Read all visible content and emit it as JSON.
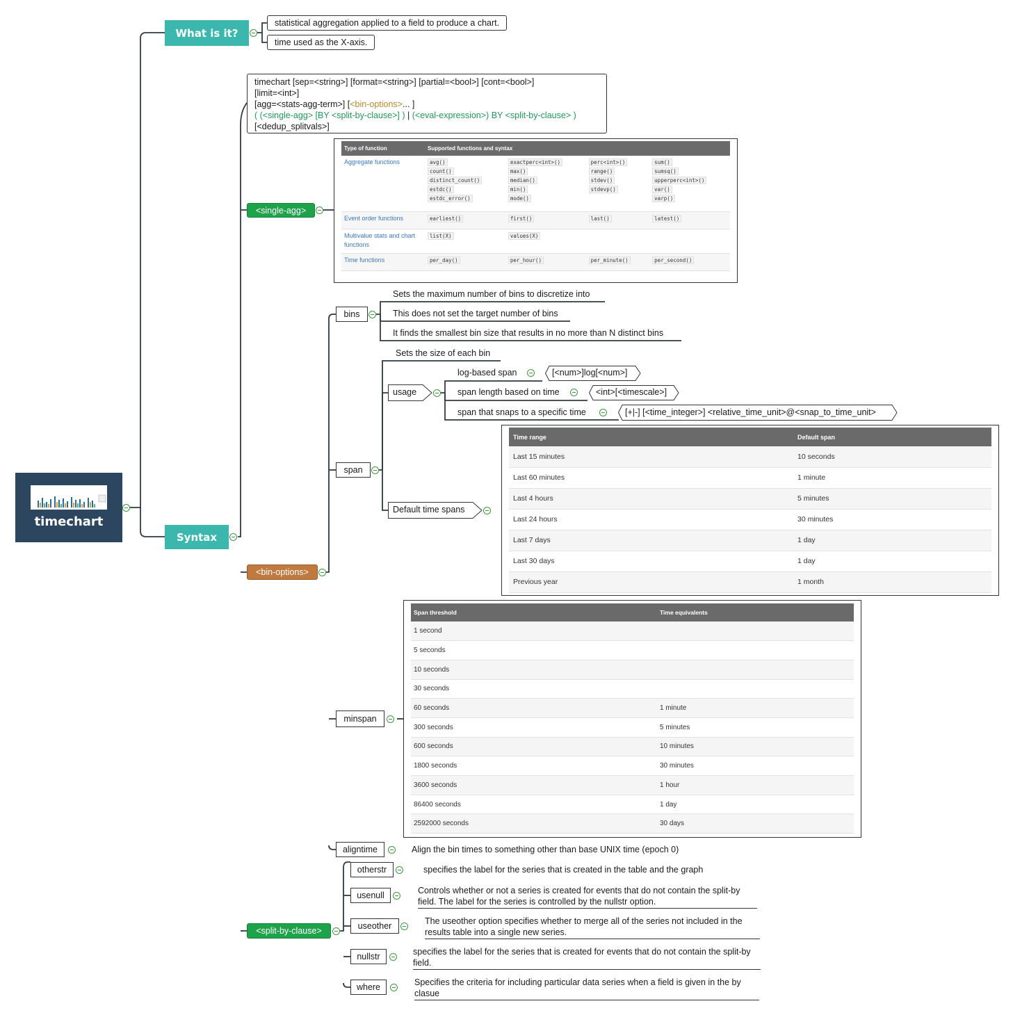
{
  "root": {
    "title": "timechart"
  },
  "what_is_it": {
    "label": "What is it?",
    "notes": [
      "statistical aggregation applied to a field to produce a chart.",
      "time used as the X-axis."
    ]
  },
  "syntax": {
    "label": "Syntax",
    "code_lines": {
      "l1": "timechart [sep=<string>] [format=<string>] [partial=<bool>] [cont=<bool>]",
      "l2": "[limit=<int>]",
      "l3a": "[agg=<stats-agg-term>] [",
      "l3b": "<bin-options>",
      "l3c": "... ]",
      "l4a": "( (<single-agg> [BY <split-by-clause>] )",
      "l4b": " | ",
      "l4c": "(<eval-expression>) BY <split-by-clause> )",
      "l5": "[<dedup_splitvals>]"
    }
  },
  "single_agg": {
    "label": "<single-agg>",
    "table": {
      "headers": [
        "Type of function",
        "Supported functions and syntax"
      ],
      "rows": [
        {
          "category": "Aggregate functions",
          "cols": [
            [
              "avg()",
              "count()",
              "distinct_count()",
              "estdc()",
              "estdc_error()"
            ],
            [
              "exactperc<int>()",
              "max()",
              "median()",
              "min()",
              "mode()"
            ],
            [
              "perc<int>()",
              "range()",
              "stdev()",
              "stdevp()"
            ],
            [
              "sum()",
              "sumsq()",
              "upperperc<int>()",
              "var()",
              "varp()"
            ]
          ]
        },
        {
          "category": "Event order functions",
          "cols": [
            [
              "earliest()"
            ],
            [
              "first()"
            ],
            [
              "last()"
            ],
            [
              "latest()"
            ]
          ]
        },
        {
          "category": "Multivalue stats and chart functions",
          "cols": [
            [
              "list(X)"
            ],
            [
              "values(X)"
            ],
            [],
            []
          ]
        },
        {
          "category": "Time functions",
          "cols": [
            [
              "per_day()"
            ],
            [
              "per_hour()"
            ],
            [
              "per_minute()"
            ],
            [
              "per_second()"
            ]
          ]
        }
      ]
    }
  },
  "bin_options": {
    "label": "<bin-options>",
    "bins": {
      "label": "bins",
      "notes": [
        "Sets the maximum number of bins to discretize into",
        "This does not set the target number of bins",
        "It finds the smallest bin size that results in no more than N distinct bins"
      ]
    },
    "span": {
      "label": "span",
      "note": "Sets the size of each bin",
      "usage": {
        "label": "usage",
        "items": [
          {
            "label": "log-based span",
            "syntax": "[<num>]log[<num>]"
          },
          {
            "label": "span length based on time",
            "syntax": "<int>[<timescale>]"
          },
          {
            "label": "span that snaps to a specific time",
            "syntax": "[+|-] [<time_integer>] <relative_time_unit>@<snap_to_time_unit>"
          }
        ]
      },
      "default_spans": {
        "label": "Default time spans",
        "headers": [
          "Time range",
          "Default span"
        ],
        "rows": [
          [
            "Last 15 minutes",
            "10 seconds"
          ],
          [
            "Last 60 minutes",
            "1 minute"
          ],
          [
            "Last 4 hours",
            "5 minutes"
          ],
          [
            "Last 24 hours",
            "30 minutes"
          ],
          [
            "Last 7 days",
            "1 day"
          ],
          [
            "Last 30 days",
            "1 day"
          ],
          [
            "Previous year",
            "1 month"
          ]
        ]
      }
    },
    "minspan": {
      "label": "minspan",
      "headers": [
        "Span threshold",
        "Time equivalents"
      ],
      "rows": [
        [
          "1 second",
          ""
        ],
        [
          "5 seconds",
          ""
        ],
        [
          "10 seconds",
          ""
        ],
        [
          "30 seconds",
          ""
        ],
        [
          "60 seconds",
          "1 minute"
        ],
        [
          "300 seconds",
          "5 minutes"
        ],
        [
          "600 seconds",
          "10 minutes"
        ],
        [
          "1800 seconds",
          "30 minutes"
        ],
        [
          "3600 seconds",
          "1 hour"
        ],
        [
          "86400 seconds",
          "1 day"
        ],
        [
          "2592000 seconds",
          "30 days"
        ]
      ]
    },
    "aligntime": {
      "label": "aligntime",
      "note": "Align the bin times to something other than base UNIX time (epoch 0)"
    }
  },
  "split_by_clause": {
    "label": "<split-by-clause>",
    "items": [
      {
        "label": "otherstr",
        "note": "specifies the label for the series that is created in the table and the graph"
      },
      {
        "label": "usenull",
        "note": "Controls whether or not a series is created for events that do not contain the split-by field. The label for the series is controlled by the nullstr option."
      },
      {
        "label": "useother",
        "note": "The useother option specifies whether to merge all of the series not included in the results table into a single new series."
      },
      {
        "label": "nullstr",
        "note": "specifies the label for the series that is created for events that do not contain the split-by field."
      },
      {
        "label": "where",
        "note": "Specifies the criteria for including particular data series when a field is given in the by clasue"
      }
    ]
  },
  "colors": {
    "root": "#2c4660",
    "teal": "#3bb7ad",
    "green": "#1fa34a",
    "brown": "#c07a40",
    "connector": "#2f3b46"
  }
}
